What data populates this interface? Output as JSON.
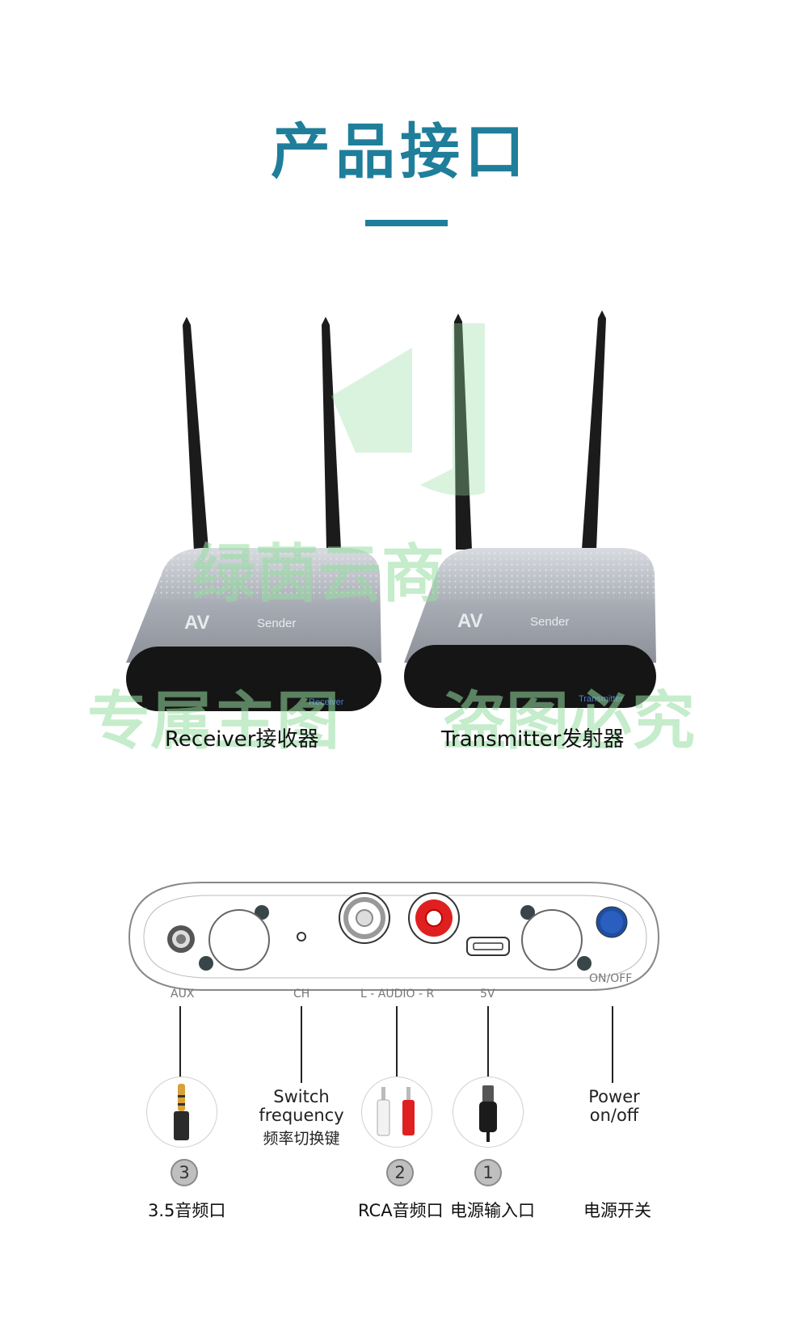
{
  "header": {
    "title": "产品接口"
  },
  "watermark": {
    "top_text": "绿茵云商",
    "left_text": "专属主图",
    "right_text": "盗图必究"
  },
  "devices": {
    "left_caption": "Receiver接收器",
    "right_caption": "Transmitter发射器",
    "left_brand": "AV",
    "left_brand_sub": "Sender",
    "right_brand": "AV",
    "right_brand_sub": "Sender",
    "left_front_label": "Receiver",
    "right_front_label": "Transmitter"
  },
  "panel": {
    "port_labels": {
      "aux": "AUX",
      "ch": "CH",
      "audio": "L - AUDIO - R",
      "power_in": "5V",
      "switch": "ON/OFF"
    }
  },
  "callouts": [
    {
      "num": "3",
      "label": "3.5音频口"
    },
    {
      "desc_en": "Switch frequency",
      "desc_cn": "频率切换键"
    },
    {
      "num": "2",
      "label": "RCA音频口"
    },
    {
      "num": "1",
      "label": "电源输入口"
    },
    {
      "desc_en": "Power on/off",
      "label": "电源开关"
    }
  ],
  "colors": {
    "accent": "#1f7e9a",
    "rca_red": "#e02020",
    "power_button": "#1e4ea0"
  }
}
